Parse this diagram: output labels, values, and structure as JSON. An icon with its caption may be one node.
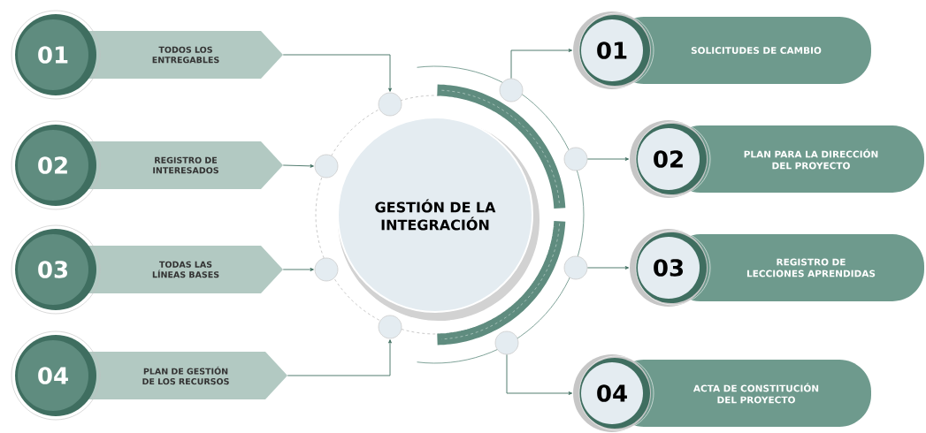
{
  "diagram": {
    "nodes": [
      {
        "text": [
          "GESTIÓN DE LA INTEGRACIÓN"
        ]
      },
      {
        "text": [
          "01",
          "TODOS LOS ENTREGABLES"
        ]
      },
      {
        "text": [
          "02",
          "REGISTRO DE INTERESADOS"
        ]
      },
      {
        "text": [
          "03",
          "TODAS LAS LÍNEAS BASES"
        ]
      },
      {
        "text": [
          "04",
          "PLAN DE GESTIÓN DE LOS RECURSOS"
        ]
      },
      {
        "text": [],
        "shape": "circle"
      },
      {
        "text": [],
        "shape": "circle"
      },
      {
        "text": [],
        "shape": "circle"
      },
      {
        "text": [],
        "shape": "circle"
      },
      {
        "text": [],
        "shape": "circle"
      },
      {
        "text": [],
        "shape": "circle"
      },
      {
        "text": [],
        "shape": "circle"
      },
      {
        "text": [],
        "shape": "circle"
      },
      {
        "text": [
          "01",
          "SOLICITUDES DE CAMBIO"
        ]
      },
      {
        "text": [
          "02",
          "PLAN PARA LA DIRECCIÓN DEL PROYECTO"
        ]
      },
      {
        "text": [
          "03",
          "REGISTRO DE LECCIONES APRENDIDAS"
        ]
      },
      {
        "text": [
          "04",
          "ACTA DE CONSTITUCIÓN DEL PROYECTO"
        ]
      }
    ],
    "edges": [
      {
        "from": 1,
        "to": 5,
        "arrow": "to"
      },
      {
        "from": 2,
        "to": 6,
        "arrow": "to"
      },
      {
        "from": 3,
        "to": 7,
        "arrow": "to"
      },
      {
        "from": 4,
        "to": 8,
        "arrow": "to"
      },
      {
        "from": 9,
        "to": 13,
        "arrow": "to"
      },
      {
        "from": 10,
        "to": 14,
        "arrow": "to"
      },
      {
        "from": 11,
        "to": 15,
        "arrow": "to"
      },
      {
        "from": 12,
        "to": 16,
        "arrow": "to"
      }
    ]
  }
}
